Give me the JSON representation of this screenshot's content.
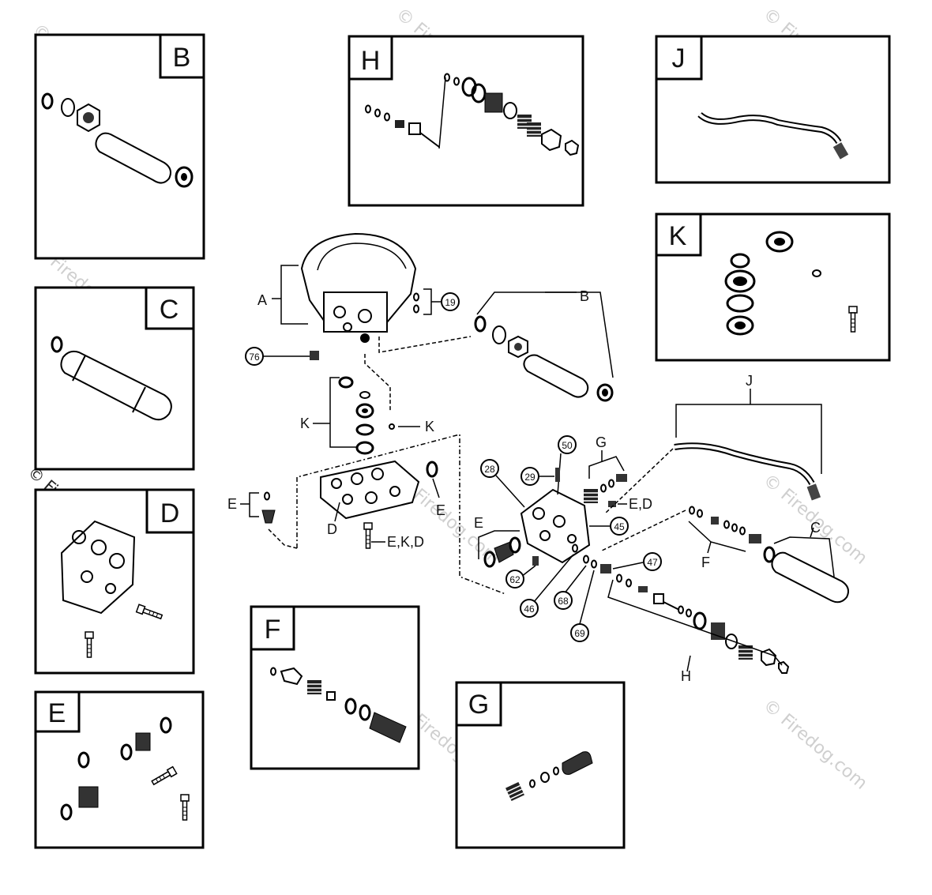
{
  "watermark": "© Firedog.com",
  "panels": {
    "B": "B",
    "C": "C",
    "D": "D",
    "E": "E",
    "F": "F",
    "G": "G",
    "H": "H",
    "J": "J",
    "K": "K"
  },
  "callouts": {
    "A": "A",
    "B": "B",
    "C": "C",
    "D": "D",
    "E_left": "E",
    "E_d": "E",
    "E_mid": "E",
    "F": "F",
    "G": "G",
    "H": "H",
    "J": "J",
    "K_left": "K",
    "K_right": "K",
    "EKD": "E,K,D",
    "ED": "E,D"
  },
  "part_numbers": {
    "p19": "19",
    "p76": "76",
    "p28": "28",
    "p29": "29",
    "p50": "50",
    "p45": "45",
    "p47": "47",
    "p62": "62",
    "p46": "46",
    "p68": "68",
    "p69": "69"
  }
}
